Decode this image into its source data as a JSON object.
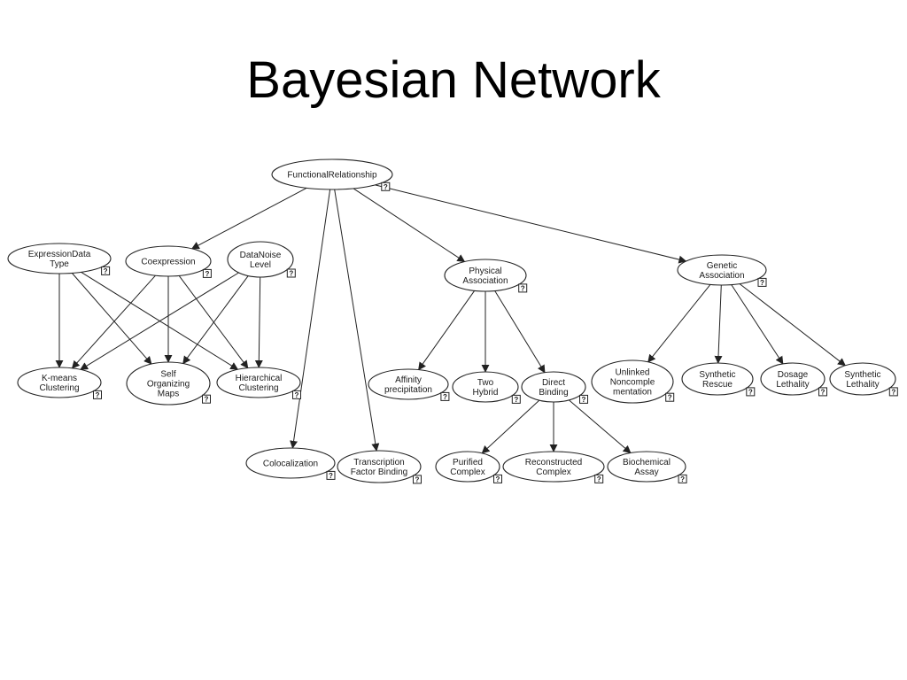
{
  "slide": {
    "title": "Bayesian Network"
  },
  "colors": {
    "node_stroke": "#222222",
    "edge": "#222222",
    "background": "#ffffff"
  },
  "icons": {
    "query": "question-box-icon"
  },
  "query_marker": "?",
  "nodes": [
    {
      "id": "functional_relationship",
      "lines": [
        "FunctionalRelationship"
      ]
    },
    {
      "id": "expression_data_type",
      "lines": [
        "ExpressionData",
        "Type"
      ]
    },
    {
      "id": "coexpression",
      "lines": [
        "Coexpression"
      ]
    },
    {
      "id": "data_noise_level",
      "lines": [
        "DataNoise",
        "Level"
      ]
    },
    {
      "id": "physical_association",
      "lines": [
        "Physical",
        "Association"
      ]
    },
    {
      "id": "genetic_association",
      "lines": [
        "Genetic",
        "Association"
      ]
    },
    {
      "id": "kmeans_clustering",
      "lines": [
        "K-means",
        "Clustering"
      ]
    },
    {
      "id": "self_organizing_maps",
      "lines": [
        "Self",
        "Organizing",
        "Maps"
      ]
    },
    {
      "id": "hierarchical_clustering",
      "lines": [
        "Hierarchical",
        "Clustering"
      ]
    },
    {
      "id": "affinity_precipitation",
      "lines": [
        "Affinity",
        "precipitation"
      ]
    },
    {
      "id": "two_hybrid",
      "lines": [
        "Two",
        "Hybrid"
      ]
    },
    {
      "id": "direct_binding",
      "lines": [
        "Direct",
        "Binding"
      ]
    },
    {
      "id": "unlinked_noncomplementation",
      "lines": [
        "Unlinked",
        "Noncomple",
        "mentation"
      ]
    },
    {
      "id": "synthetic_rescue",
      "lines": [
        "Synthetic",
        "Rescue"
      ]
    },
    {
      "id": "dosage_lethality",
      "lines": [
        "Dosage",
        "Lethality"
      ]
    },
    {
      "id": "synthetic_lethality",
      "lines": [
        "Synthetic",
        "Lethality"
      ]
    },
    {
      "id": "colocalization",
      "lines": [
        "Colocalization"
      ]
    },
    {
      "id": "transcription_factor_binding",
      "lines": [
        "Transcription",
        "Factor Binding"
      ]
    },
    {
      "id": "purified_complex",
      "lines": [
        "Purified",
        "Complex"
      ]
    },
    {
      "id": "reconstructed_complex",
      "lines": [
        "Reconstructed",
        "Complex"
      ]
    },
    {
      "id": "biochemical_assay",
      "lines": [
        "Biochemical",
        "Assay"
      ]
    }
  ],
  "edges": [
    [
      "functional_relationship",
      "coexpression"
    ],
    [
      "functional_relationship",
      "physical_association"
    ],
    [
      "functional_relationship",
      "genetic_association"
    ],
    [
      "functional_relationship",
      "colocalization"
    ],
    [
      "functional_relationship",
      "transcription_factor_binding"
    ],
    [
      "expression_data_type",
      "kmeans_clustering"
    ],
    [
      "expression_data_type",
      "self_organizing_maps"
    ],
    [
      "expression_data_type",
      "hierarchical_clustering"
    ],
    [
      "coexpression",
      "kmeans_clustering"
    ],
    [
      "coexpression",
      "self_organizing_maps"
    ],
    [
      "coexpression",
      "hierarchical_clustering"
    ],
    [
      "data_noise_level",
      "kmeans_clustering"
    ],
    [
      "data_noise_level",
      "self_organizing_maps"
    ],
    [
      "data_noise_level",
      "hierarchical_clustering"
    ],
    [
      "physical_association",
      "affinity_precipitation"
    ],
    [
      "physical_association",
      "two_hybrid"
    ],
    [
      "physical_association",
      "direct_binding"
    ],
    [
      "direct_binding",
      "purified_complex"
    ],
    [
      "direct_binding",
      "reconstructed_complex"
    ],
    [
      "direct_binding",
      "biochemical_assay"
    ],
    [
      "genetic_association",
      "unlinked_noncomplementation"
    ],
    [
      "genetic_association",
      "synthetic_rescue"
    ],
    [
      "genetic_association",
      "dosage_lethality"
    ],
    [
      "genetic_association",
      "synthetic_lethality"
    ]
  ]
}
